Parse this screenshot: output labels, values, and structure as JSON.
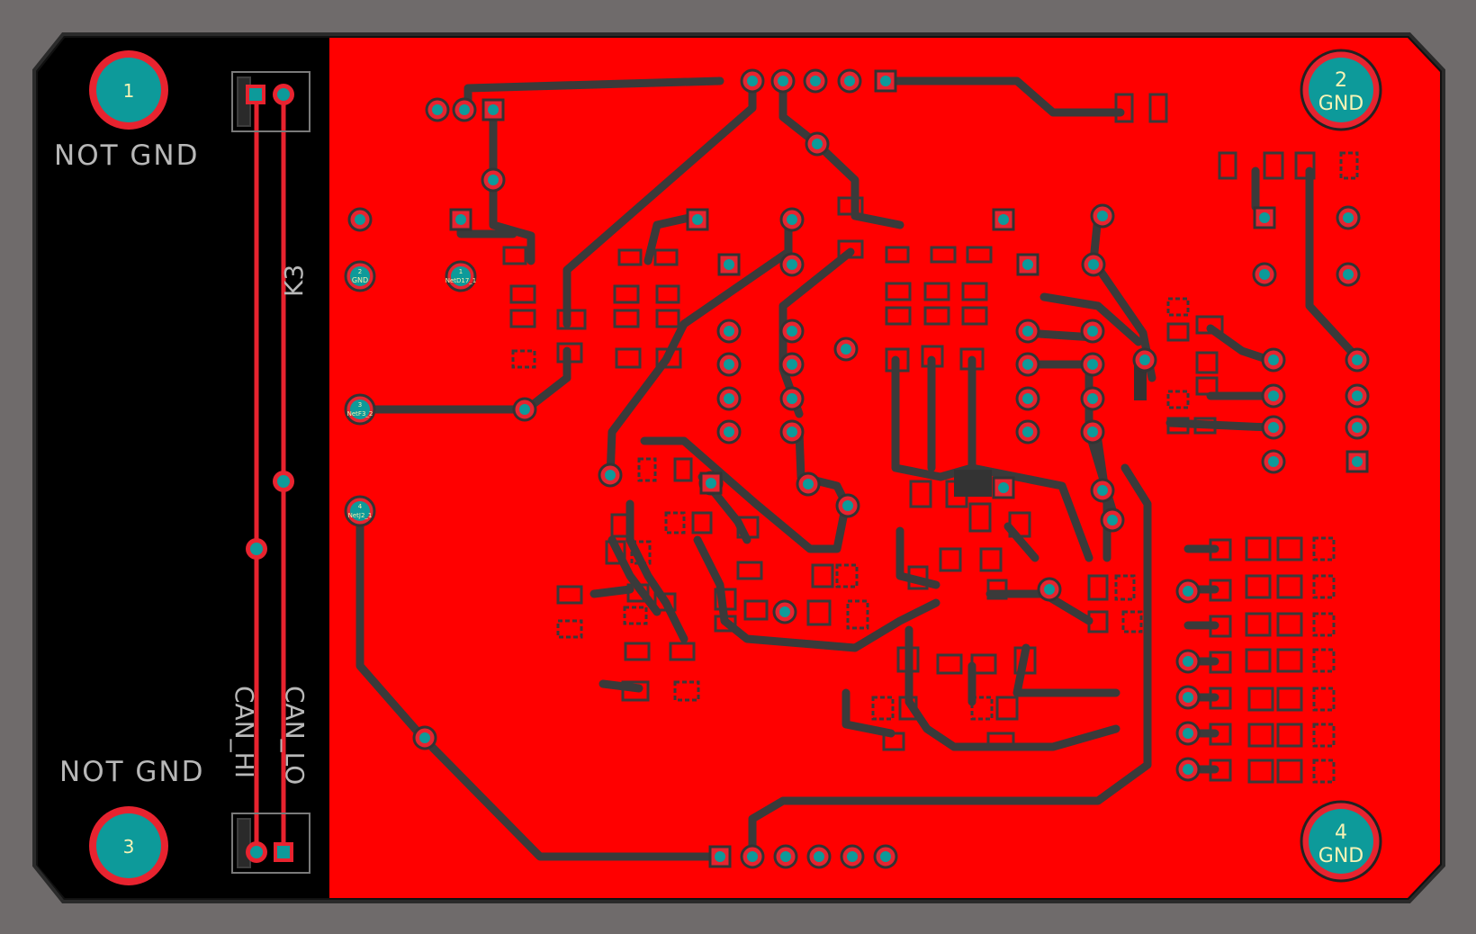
{
  "board": {
    "colors": {
      "background": "#6f6b6b",
      "board_outline": "#1e1e1e",
      "copper_top": "#ff0000",
      "copper_void": "#000000",
      "trace_clearance": "#3d3d3d",
      "pad_copper": "#0d9a9a",
      "pad_ring": "#e8232f",
      "silkscreen": "#b8b8b8",
      "label_text": "#f5f0b0"
    }
  },
  "mounting_holes": [
    {
      "number": "1",
      "net": ""
    },
    {
      "number": "2",
      "net": "GND"
    },
    {
      "number": "3",
      "net": ""
    },
    {
      "number": "4",
      "net": "GND"
    }
  ],
  "silkscreen": {
    "not_gnd_top": "NOT GND",
    "not_gnd_bottom": "NOT GND",
    "connector_ref": "K3",
    "can_hi": "CAN_HI",
    "can_lo": "CAN_LO"
  },
  "labeled_pads": [
    {
      "number": "2",
      "net": "GND"
    },
    {
      "number": "1",
      "net": "NetD17_1"
    },
    {
      "number": "3",
      "net": "NetF3_2"
    },
    {
      "number": "4",
      "net": "NetJ2_1"
    }
  ]
}
